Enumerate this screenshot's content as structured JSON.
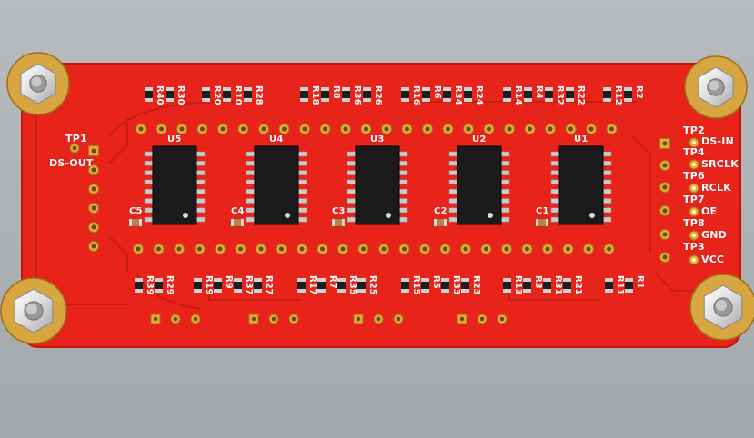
{
  "board": {
    "ics": [
      "U5",
      "U4",
      "U3",
      "U2",
      "U1"
    ],
    "caps": [
      "C5",
      "C4",
      "C3",
      "C2",
      "C1"
    ],
    "top_resistors": [
      [
        "R40",
        "R30"
      ],
      [
        "R20",
        "R10",
        "R28"
      ],
      [
        "R18",
        "R8",
        "R36",
        "R26"
      ],
      [
        "R16",
        "R6",
        "R34",
        "R24"
      ],
      [
        "R14",
        "R4",
        "R32",
        "R22"
      ],
      [
        "R12",
        "R2"
      ]
    ],
    "bottom_resistors": [
      [
        "R39",
        "R29"
      ],
      [
        "R19",
        "R9",
        "R37",
        "R27"
      ],
      [
        "R17",
        "R7",
        "R35",
        "R25"
      ],
      [
        "R15",
        "R5",
        "R33",
        "R23"
      ],
      [
        "R13",
        "R3",
        "R31",
        "R21"
      ],
      [
        "R11",
        "R1"
      ]
    ],
    "test_points": {
      "tp1": "TP1",
      "ds_out": "DS-OUT",
      "tp2": "TP2",
      "ds_in": "DS-IN",
      "tp4": "TP4",
      "srclk": "SRCLK",
      "tp6": "TP6",
      "rclk": "RCLK",
      "tp7": "TP7",
      "oe": "OE",
      "tp8": "TP8",
      "gnd": "GND",
      "tp3": "TP3",
      "vcc": "VCC"
    }
  },
  "colors": {
    "background": "#a9aeb0",
    "board": "#e8231a",
    "silkscreen": "#ffffff",
    "pad": "#d9a33a",
    "ic_body": "#1b1b1b"
  }
}
